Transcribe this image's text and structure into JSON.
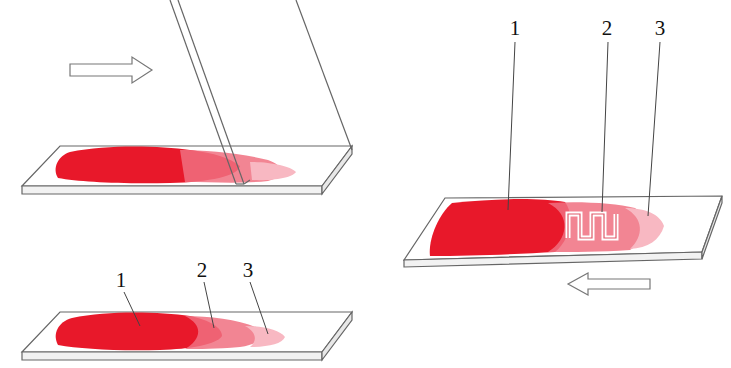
{
  "diagram": {
    "labels": [
      "1",
      "2",
      "3",
      "1",
      "2",
      "3"
    ]
  }
}
